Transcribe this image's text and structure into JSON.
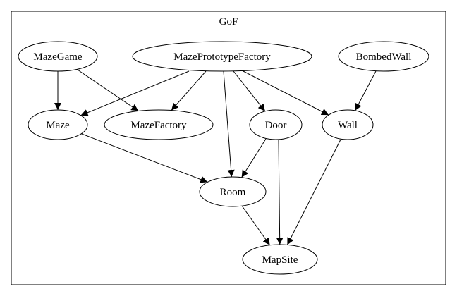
{
  "cluster": {
    "label": "GoF"
  },
  "nodes": [
    {
      "id": "mazegame",
      "label": "MazeGame"
    },
    {
      "id": "mazeprototypefactory",
      "label": "MazePrototypeFactory"
    },
    {
      "id": "bombedwall",
      "label": "BombedWall"
    },
    {
      "id": "maze",
      "label": "Maze"
    },
    {
      "id": "mazefactory",
      "label": "MazeFactory"
    },
    {
      "id": "door",
      "label": "Door"
    },
    {
      "id": "wall",
      "label": "Wall"
    },
    {
      "id": "room",
      "label": "Room"
    },
    {
      "id": "mapsite",
      "label": "MapSite"
    }
  ],
  "edges": [
    {
      "from": "mazegame",
      "to": "maze"
    },
    {
      "from": "mazegame",
      "to": "mazefactory"
    },
    {
      "from": "mazeprototypefactory",
      "to": "maze"
    },
    {
      "from": "mazeprototypefactory",
      "to": "mazefactory"
    },
    {
      "from": "mazeprototypefactory",
      "to": "room"
    },
    {
      "from": "mazeprototypefactory",
      "to": "door"
    },
    {
      "from": "mazeprototypefactory",
      "to": "wall"
    },
    {
      "from": "bombedwall",
      "to": "wall"
    },
    {
      "from": "maze",
      "to": "room"
    },
    {
      "from": "door",
      "to": "room"
    },
    {
      "from": "door",
      "to": "mapsite"
    },
    {
      "from": "wall",
      "to": "mapsite"
    },
    {
      "from": "room",
      "to": "mapsite"
    }
  ],
  "colors": {
    "stroke": "#000000",
    "fill": "#ffffff",
    "text": "#000000"
  }
}
